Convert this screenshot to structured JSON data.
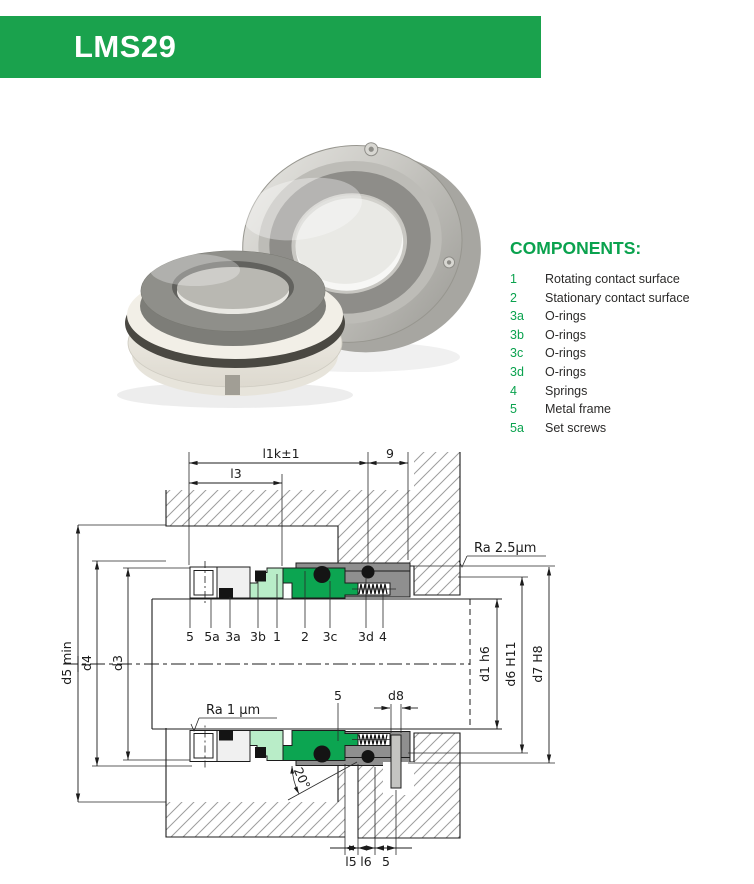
{
  "header": {
    "title": "LMS29",
    "bar_color": "#1aa24d"
  },
  "components": {
    "title": "COMPONENTS:",
    "accent_color": "#0aa24e",
    "items": [
      {
        "num": "1",
        "label": "Rotating contact surface"
      },
      {
        "num": "2",
        "label": "Stationary contact surface"
      },
      {
        "num": "3a",
        "label": "O-rings"
      },
      {
        "num": "3b",
        "label": "O-rings"
      },
      {
        "num": "3c",
        "label": "O-rings"
      },
      {
        "num": "3d",
        "label": "O-rings"
      },
      {
        "num": "4",
        "label": "Springs"
      },
      {
        "num": "5",
        "label": "Metal frame"
      },
      {
        "num": "5a",
        "label": "Set screws"
      }
    ]
  },
  "drawing": {
    "dims": {
      "l1k": "l1k±1",
      "nine": "9",
      "l3": "l3",
      "ra_top": "Ra  2.5μm",
      "ra_bottom": "Ra  1 μm",
      "d5": "d5  min",
      "d4": "d4",
      "d3": "d3",
      "d1": "d1  h6",
      "d6": "d6  H11",
      "d7": "d7  H8",
      "d8": "d8",
      "angle": "20°",
      "l5": "l5",
      "l6": "l6",
      "five": "5",
      "five_lower": "5"
    },
    "callouts": [
      "5",
      "5a",
      "3a",
      "3b",
      "1",
      "2",
      "3c",
      "3d",
      "4"
    ],
    "part_colors": {
      "rotating_face": "#b9edc8",
      "stationary_face": "#0ca551",
      "metal_seat": "#8f8f8f",
      "frame": "#f0f0f0",
      "orings": "#141414"
    }
  }
}
